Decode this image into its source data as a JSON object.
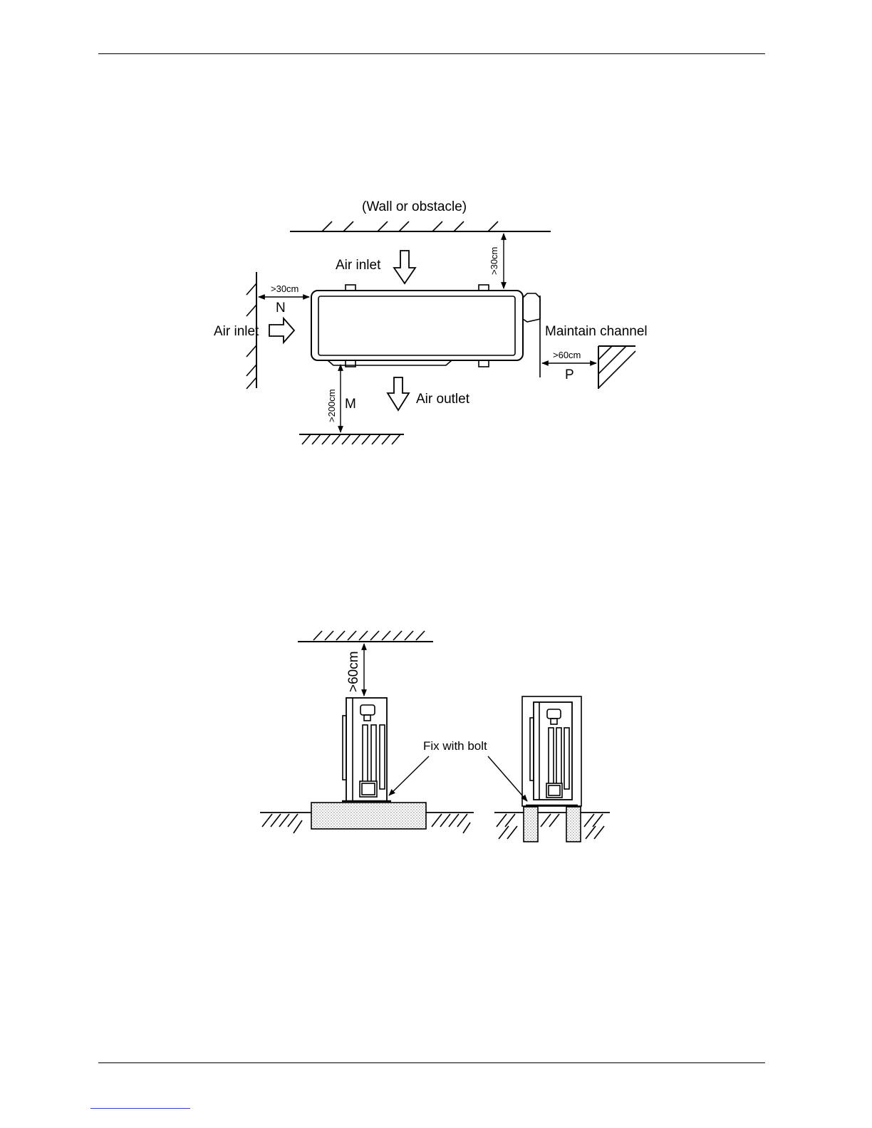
{
  "figure1": {
    "wall_label": "(Wall or obstacle)",
    "air_inlet_top": "Air inlet",
    "air_inlet_left": "Air inlet",
    "air_outlet": "Air outlet",
    "maintain_channel": "Maintain channel",
    "clearance_top": ">30cm",
    "clearance_left": ">30cm",
    "clearance_right": ">60cm",
    "clearance_bottom": ">200cm",
    "marker_n": "N",
    "marker_m": "M",
    "marker_p": "P"
  },
  "figure2": {
    "clearance_top": ">60cm",
    "fix_label": "Fix with bolt"
  }
}
